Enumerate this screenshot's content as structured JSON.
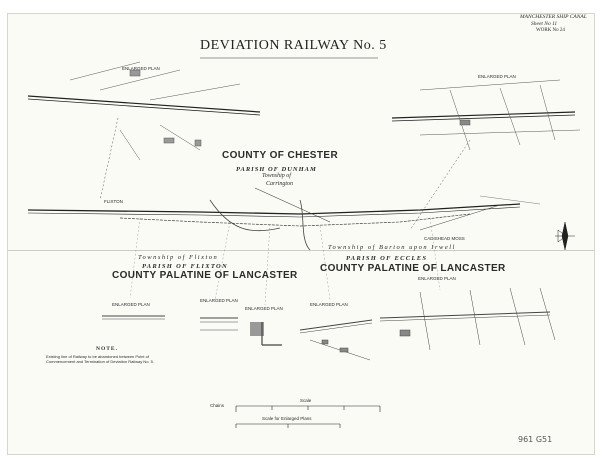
{
  "map": {
    "title": "DEVIATION RAILWAY No. 5",
    "corner": [
      "MANCHESTER SHIP CANAL",
      "Sheet No 11",
      "WORK No 24"
    ],
    "counties": {
      "cheshire": "COUNTY OF CHESTER",
      "lancaster_left": "COUNTY PALATINE OF LANCASTER",
      "lancaster_right": "COUNTY PALATINE OF LANCASTER"
    },
    "parishes": {
      "dunham": "PARISH OF DUNHAM",
      "flixton": "PARISH OF FLIXTON",
      "eccles": "PARISH OF ECCLES"
    },
    "townships": {
      "carrington_1": "Township of",
      "carrington_2": "Carrington",
      "flixton": "Township of Flixton",
      "barton": "Township of Barton upon Irwell"
    },
    "places": {
      "flixton": "FLIXTON",
      "cadishead_moss": "CADISHEAD MOSS"
    },
    "enlarged_plan": "ENLARGED PLAN",
    "note": {
      "heading": "NOTE.",
      "text": "Existing line of Railway to be abandoned between Point of Commencement and Termination of Deviation Railway No. 5."
    },
    "scale": {
      "label": "Scale",
      "left_unit": "Chains",
      "sub": "Scale for Enlarged Plans"
    },
    "pencil_note": "961 G51"
  }
}
